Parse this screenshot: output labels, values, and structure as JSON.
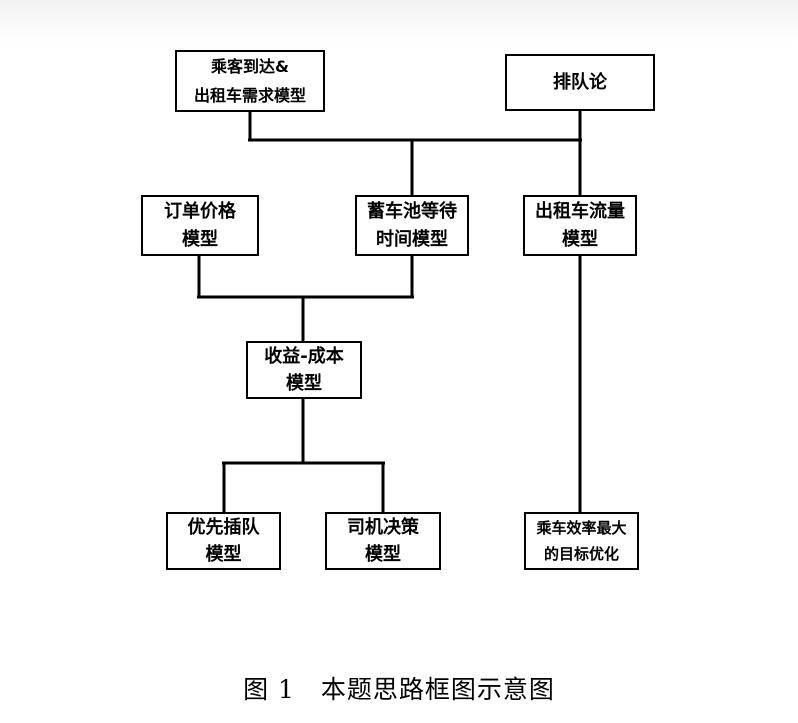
{
  "diagram": {
    "nodes": {
      "passenger_demand": "乘客到达&\n出租车需求模型",
      "queuing": "排队论",
      "order_price": "订单价格\n模型",
      "pool_wait": "蓄车池等待\n时间模型",
      "taxi_flow": "出租车流量\n模型",
      "revenue_cost": "收益-成本\n模型",
      "priority_queue": "优先插队\n模型",
      "driver_decision": "司机决策\n模型",
      "efficiency_opt": "乘车效率最大\n的目标优化"
    },
    "caption": "图 1　本题思路框图示意图"
  }
}
